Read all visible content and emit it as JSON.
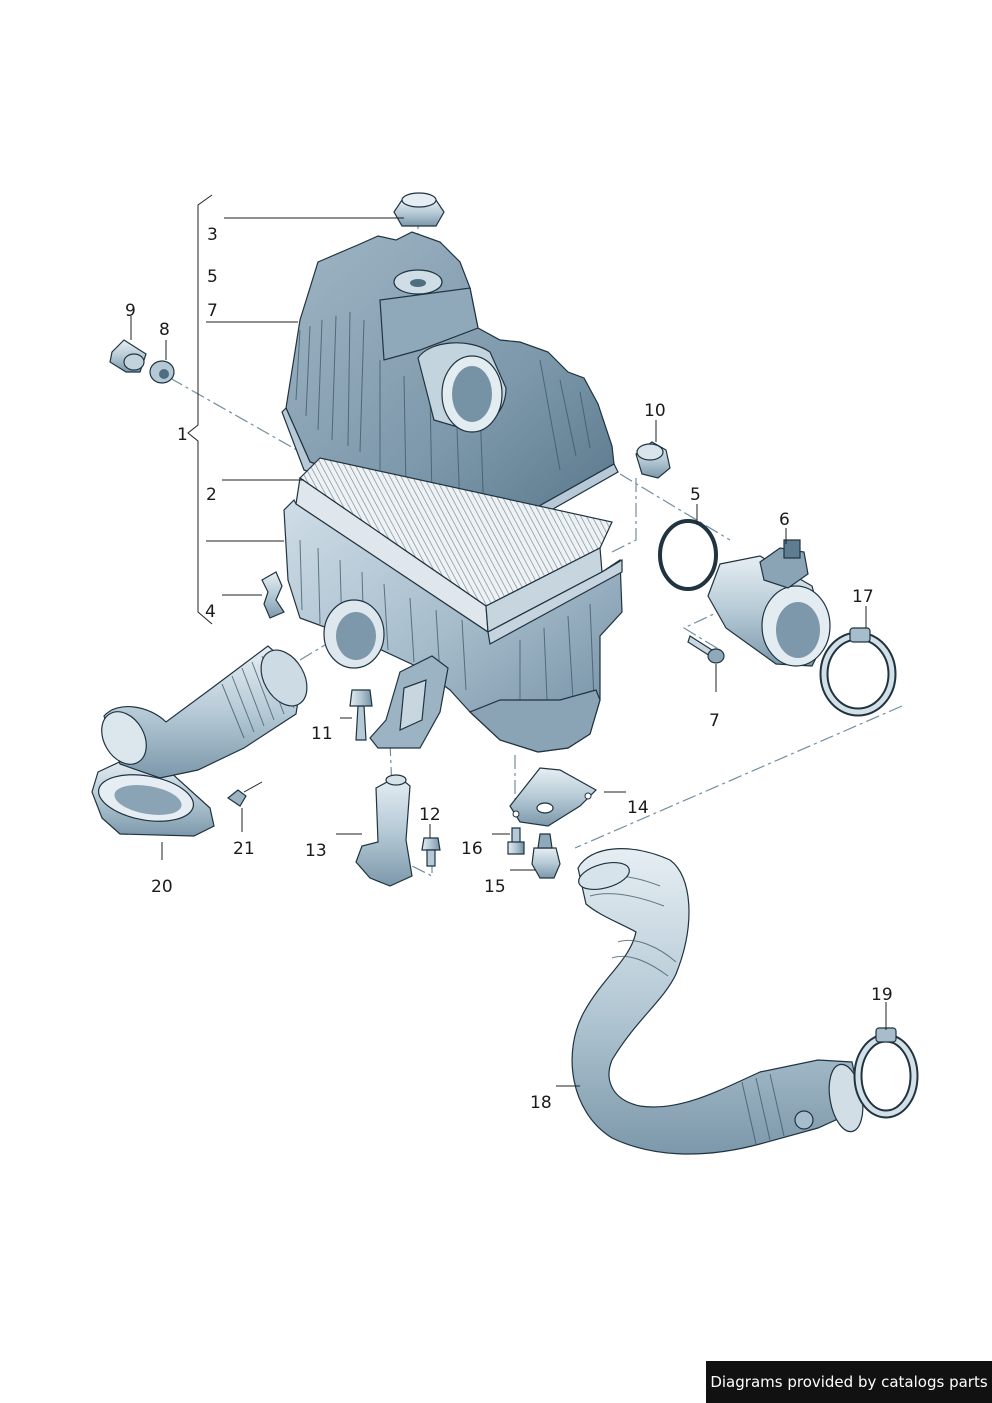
{
  "callouts": {
    "c1": "1",
    "c2": "2",
    "c3": "3",
    "c4": "4",
    "c5a": "5",
    "c5b": "5",
    "c6": "6",
    "c7a": "7",
    "c7b": "7",
    "c8": "8",
    "c9": "9",
    "c10": "10",
    "c11": "11",
    "c12": "12",
    "c13": "13",
    "c14": "14",
    "c15": "15",
    "c16": "16",
    "c17": "17",
    "c18": "18",
    "c19": "19",
    "c20": "20",
    "c21": "21"
  },
  "credit": "Diagrams provided by catalogs parts",
  "colors": {
    "part_light": "#d9e6ee",
    "part_mid": "#a9c0cf",
    "part_dark": "#7290a3",
    "part_shadow": "#4f6d80",
    "filter_element": "#e9eef1"
  }
}
